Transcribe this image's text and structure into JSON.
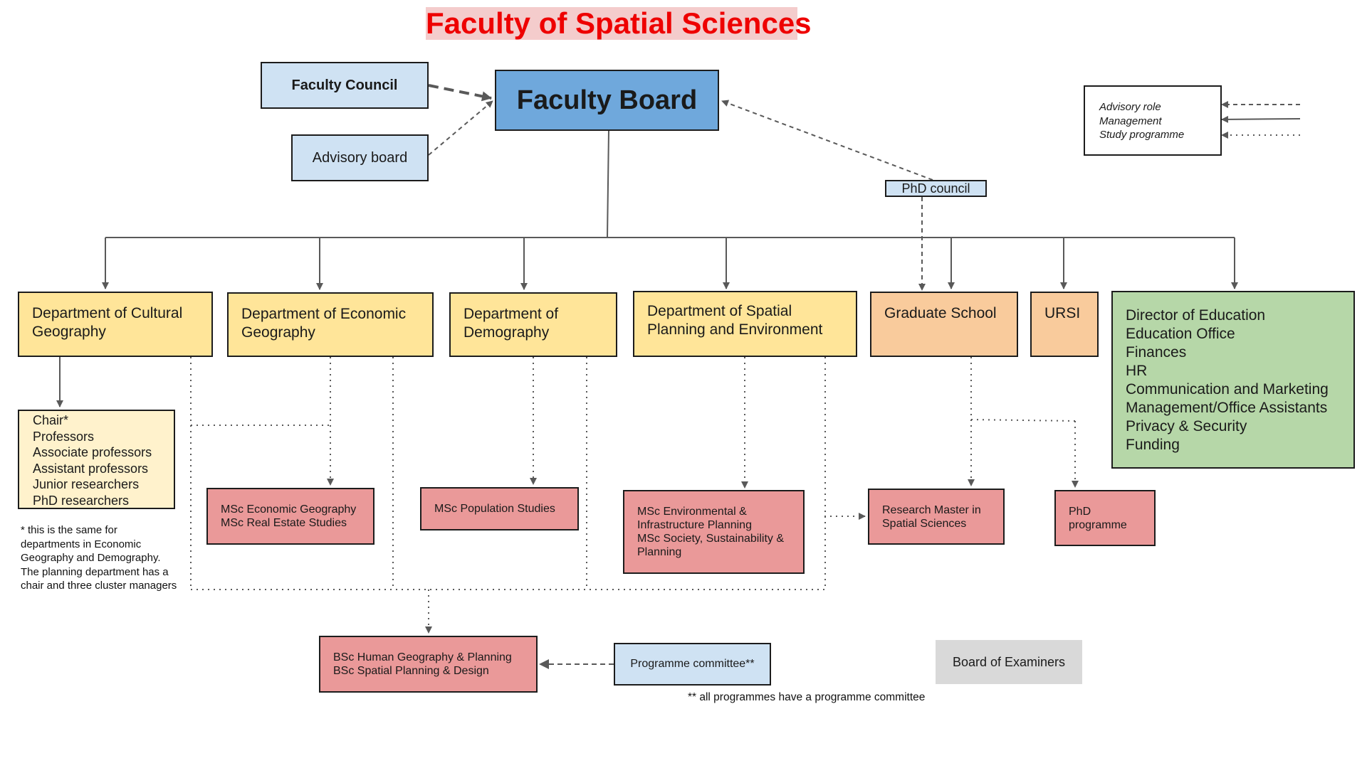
{
  "title": "Faculty of Spatial Sciences",
  "governance": {
    "faculty_council": "Faculty Council",
    "faculty_board": "Faculty Board",
    "advisory_board": "Advisory board",
    "phd_council": "PhD council"
  },
  "legend": {
    "items": [
      "Advisory role",
      "Management",
      "Study programme"
    ]
  },
  "departments": {
    "cultural": "Department of Cultural Geography",
    "economic": "Department of Economic Geography",
    "demography": "Department of Demography",
    "planning": "Department of Spatial Planning and Environment"
  },
  "graduate_school": "Graduate School",
  "ursi": "URSI",
  "support": {
    "items": [
      "Director of Education",
      "Education Office",
      "Finances",
      "HR",
      "Communication and Marketing",
      "Management/Office Assistants",
      "Privacy & Security",
      "Funding"
    ]
  },
  "staff": {
    "items": [
      "Chair*",
      "Professors",
      "Associate professors",
      "Assistant professors",
      "Junior researchers",
      "PhD researchers"
    ],
    "note": "* this is the same for departments in Economic Geography and Demography. The planning department has a chair and three cluster managers"
  },
  "programmes": {
    "msc_economic": [
      "MSc Economic Geography",
      "MSc Real Estate Studies"
    ],
    "msc_population": [
      "MSc Population Studies"
    ],
    "msc_environmental": [
      "MSc Environmental & Infrastructure Planning",
      "MSc Society, Sustainability & Planning"
    ],
    "research_master": [
      "Research Master in Spatial Sciences"
    ],
    "phd": [
      "PhD programme"
    ],
    "bachelor": [
      "BSc Human Geography & Planning",
      "BSc Spatial Planning & Design"
    ]
  },
  "programme_committee": "Programme committee**",
  "programme_committee_note": "** all programmes have a programme committee",
  "board_of_examiners": "Board of Examiners",
  "colors": {
    "title_text": "#ee0000",
    "title_bg": "#f4cccc",
    "governance": "#cfe2f3",
    "faculty_board": "#6fa8dc",
    "department": "#ffe599",
    "staff": "#fff2cc",
    "graduate": "#f9cb9c",
    "support": "#b6d7a8",
    "programme": "#ea9999",
    "examiners": "#d9d9d9",
    "connector": "#595959"
  }
}
